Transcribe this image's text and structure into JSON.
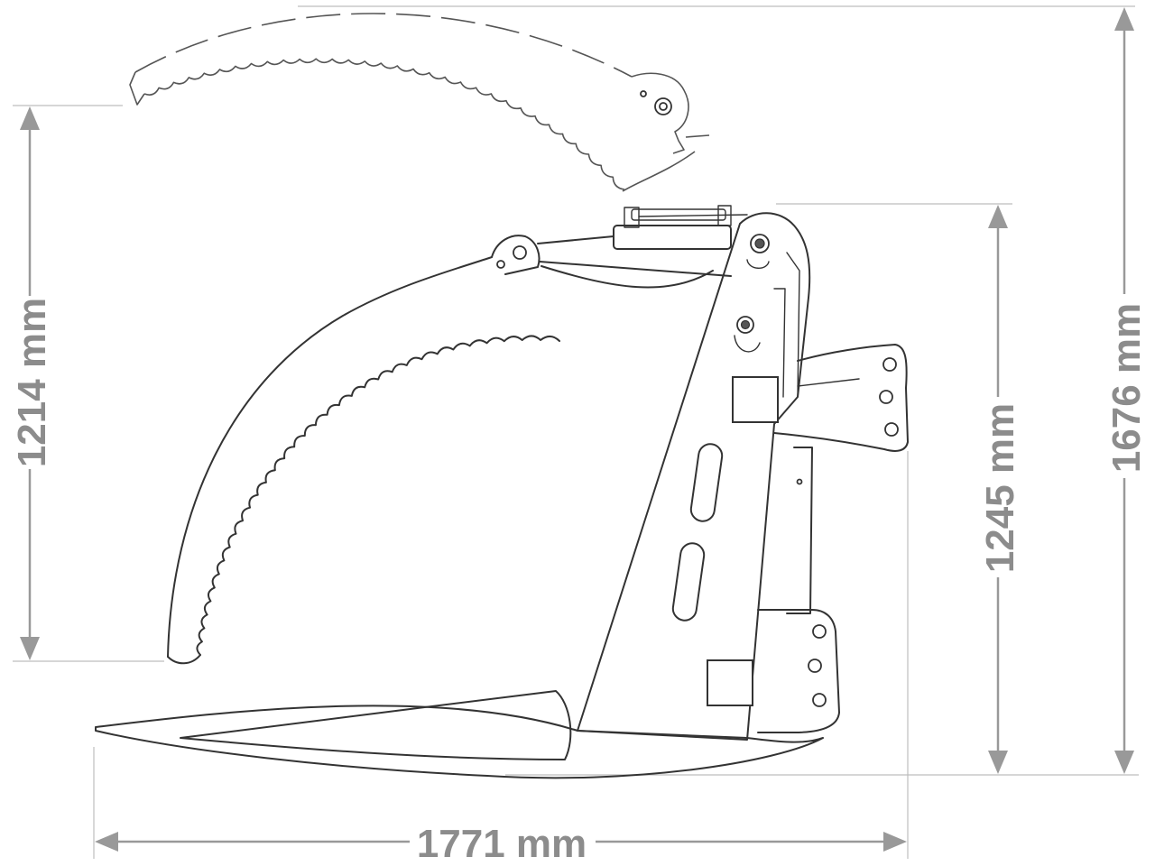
{
  "dimensions": {
    "left_height": "1214 mm",
    "inner_height": "1245 mm",
    "total_height": "1676 mm",
    "width": "1771 mm"
  },
  "colors": {
    "outline": "#333333",
    "dimension": "#999999",
    "dimension_text": "#8c8c8c",
    "extension_line": "#bdbdbd",
    "background": "#ffffff"
  }
}
